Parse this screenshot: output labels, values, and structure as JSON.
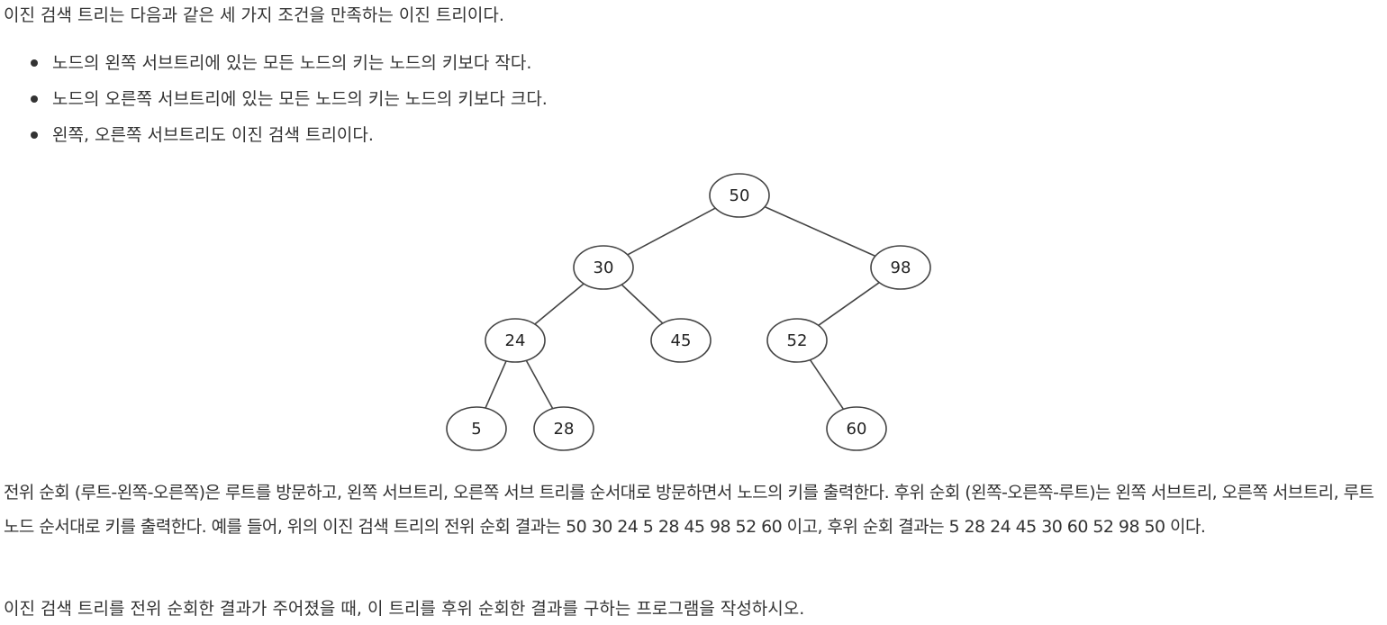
{
  "intro": "이진 검색 트리는 다음과 같은 세 가지 조건을 만족하는 이진 트리이다.",
  "conditions": [
    "노드의 왼쪽 서브트리에 있는 모든 노드의 키는 노드의 키보다 작다.",
    "노드의 오른쪽 서브트리에 있는 모든 노드의 키는 노드의 키보다 크다.",
    "왼쪽, 오른쪽 서브트리도 이진 검색 트리이다."
  ],
  "tree": {
    "nodes": [
      "50",
      "30",
      "98",
      "24",
      "45",
      "52",
      "5",
      "28",
      "60"
    ],
    "edges": [
      [
        "50",
        "30"
      ],
      [
        "50",
        "98"
      ],
      [
        "30",
        "24"
      ],
      [
        "30",
        "45"
      ],
      [
        "98",
        "52"
      ],
      [
        "24",
        "5"
      ],
      [
        "24",
        "28"
      ],
      [
        "52",
        "60"
      ]
    ]
  },
  "explanation": "전위 순회 (루트-왼쪽-오른쪽)은 루트를 방문하고, 왼쪽 서브트리, 오른쪽 서브 트리를 순서대로 방문하면서 노드의 키를 출력한다. 후위 순회 (왼쪽-오른쪽-루트)는 왼쪽 서브트리, 오른쪽 서브트리, 루트 노드 순서대로 키를 출력한다. 예를 들어, 위의 이진 검색 트리의 전위 순회 결과는 50 30 24 5 28 45 98 52 60 이고, 후위 순회 결과는 5 28 24 45 30 60 52 98 50 이다.",
  "task": "이진 검색 트리를 전위 순회한 결과가 주어졌을 때, 이 트리를 후위 순회한 결과를 구하는 프로그램을 작성하시오."
}
